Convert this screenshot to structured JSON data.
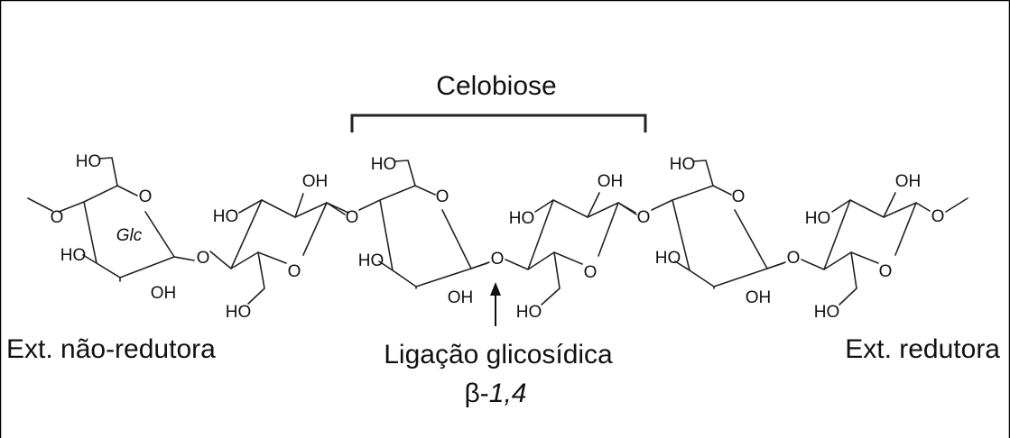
{
  "title": "Celobiose",
  "left_end_label": "Ext. não-redutora",
  "right_end_label": "Ext. redutora",
  "linkage_label": "Ligação glicosídica",
  "linkage_type_prefix": "β-",
  "linkage_type_numbers": "1,4",
  "residue_label": "Glc",
  "atom_labels": {
    "oxygen": "O",
    "hydroxyl_right": "OH",
    "hydroxyl_left": "HO"
  }
}
